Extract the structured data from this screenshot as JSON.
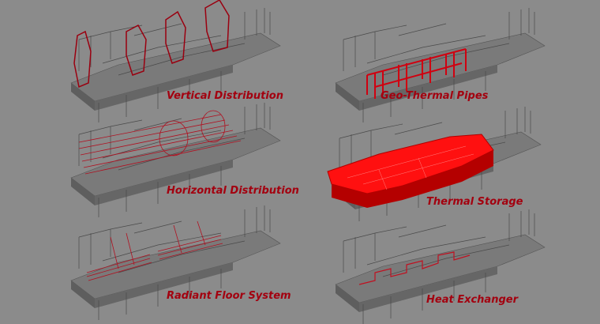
{
  "panels": [
    {
      "label": "Vertical Distribution"
    },
    {
      "label": "Geo-Thermal Pipes"
    },
    {
      "label": "Horizontal Distribution"
    },
    {
      "label": "Thermal Storage"
    },
    {
      "label": "Radiant Floor System"
    },
    {
      "label": "Heat Exchanger"
    }
  ],
  "colors": {
    "background": "#8b8b8b",
    "highlight": "#e00000",
    "label": "#a3000f"
  }
}
